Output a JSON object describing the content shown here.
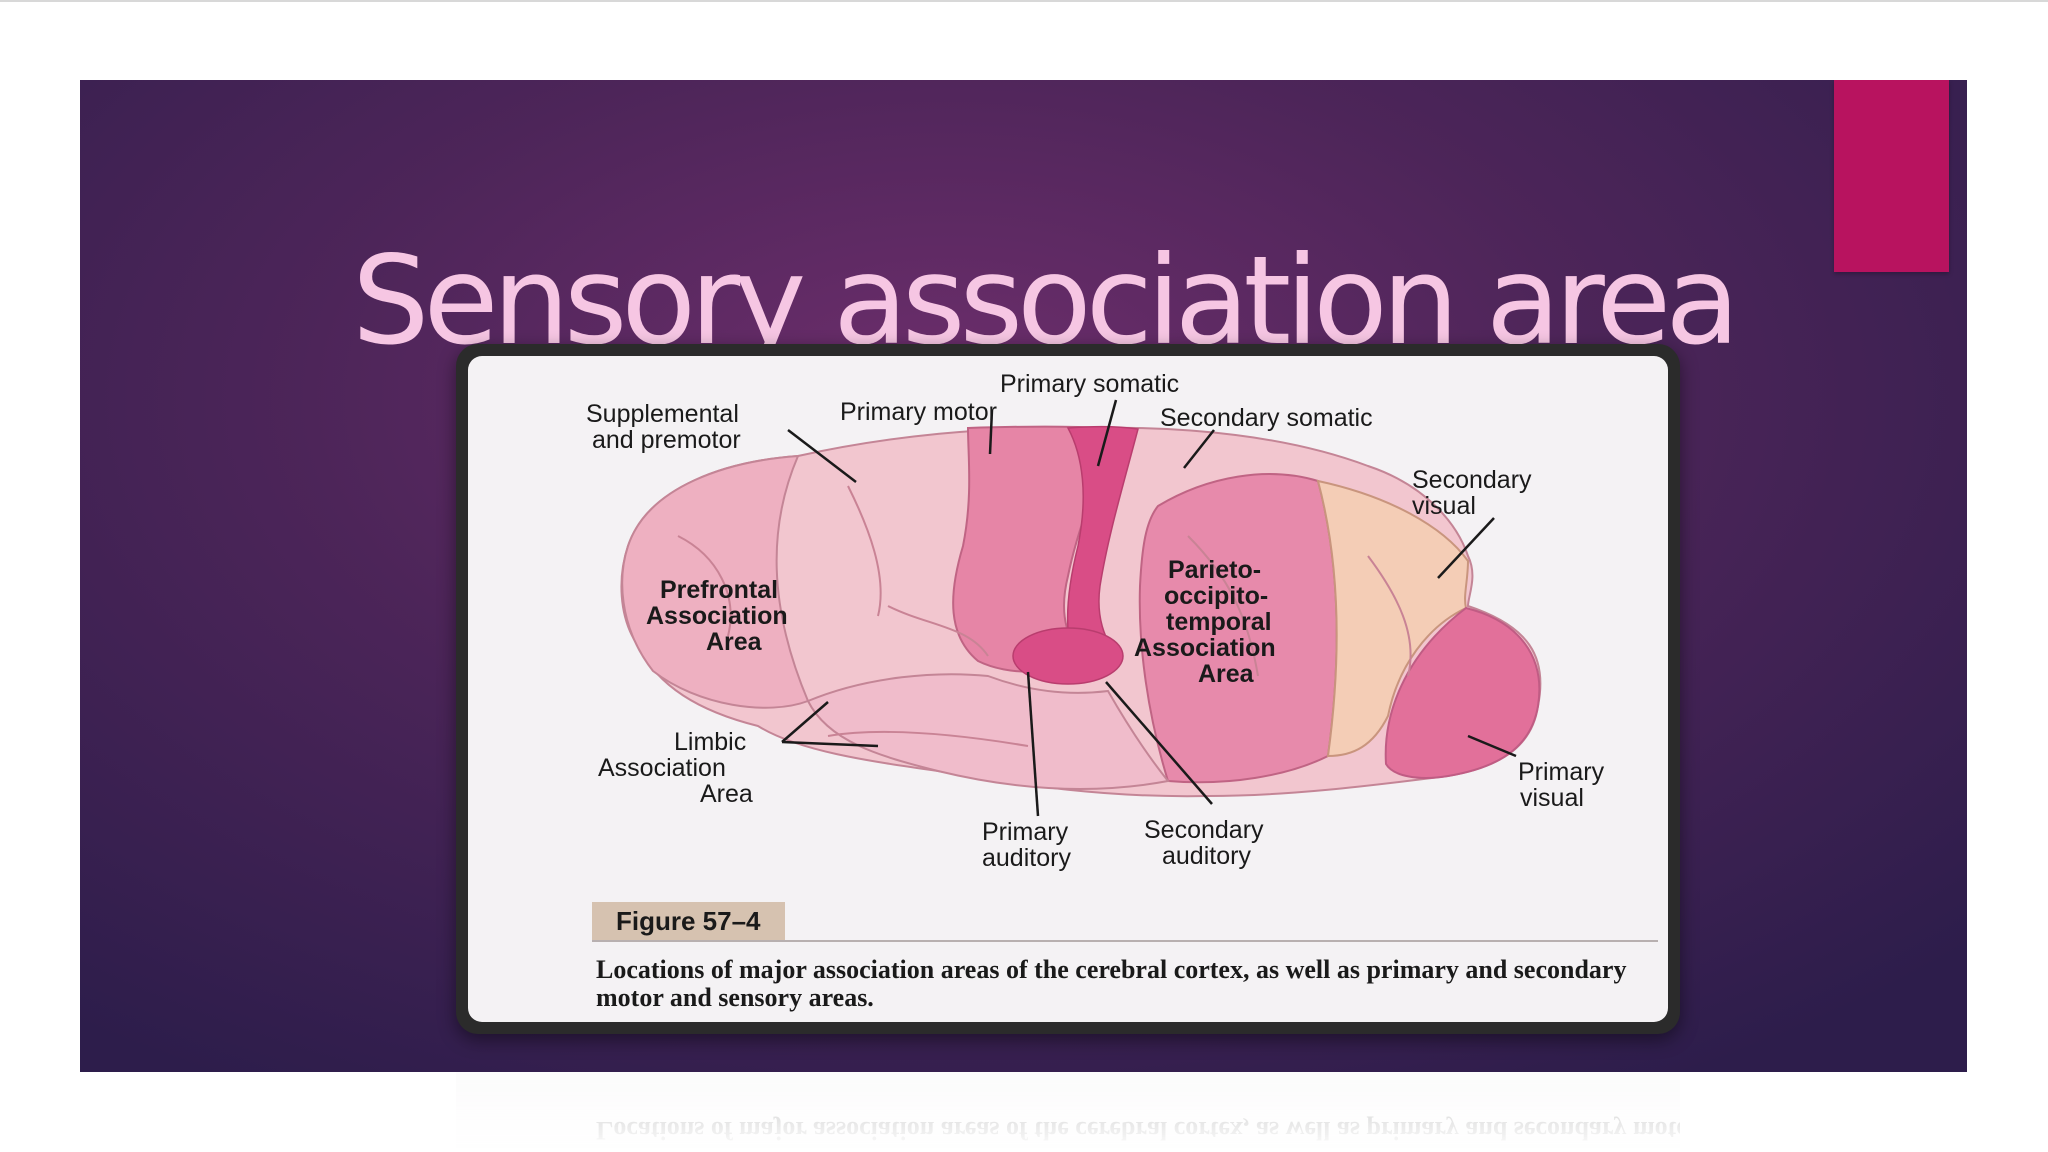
{
  "slide": {
    "title": "Sensory association area",
    "accent_color": "#b8135f",
    "title_color": "#f6c6e3"
  },
  "figure": {
    "labels": {
      "supplemental_line1": "Supplemental",
      "supplemental_line2": "and premotor",
      "primary_motor": "Primary motor",
      "primary_somatic": "Primary somatic",
      "secondary_somatic": "Secondary somatic",
      "secondary_visual_line1": "Secondary",
      "secondary_visual_line2": "visual",
      "prefrontal_line1": "Prefrontal",
      "prefrontal_line2": "Association",
      "prefrontal_line3": "Area",
      "parieto_line1": "Parieto-",
      "parieto_line2": "occipito-",
      "parieto_line3": "temporal",
      "parieto_line4": "Association",
      "parieto_line5": "Area",
      "limbic_line1": "Limbic",
      "limbic_line2": "Association",
      "limbic_line3": "Area",
      "primary_auditory_line1": "Primary",
      "primary_auditory_line2": "auditory",
      "secondary_auditory_line1": "Secondary",
      "secondary_auditory_line2": "auditory",
      "primary_visual_line1": "Primary",
      "primary_visual_line2": "visual"
    },
    "tag": "Figure 57–4",
    "caption": "Locations of major association areas of the cerebral cortex, as well as primary and secondary motor and sensory areas."
  }
}
